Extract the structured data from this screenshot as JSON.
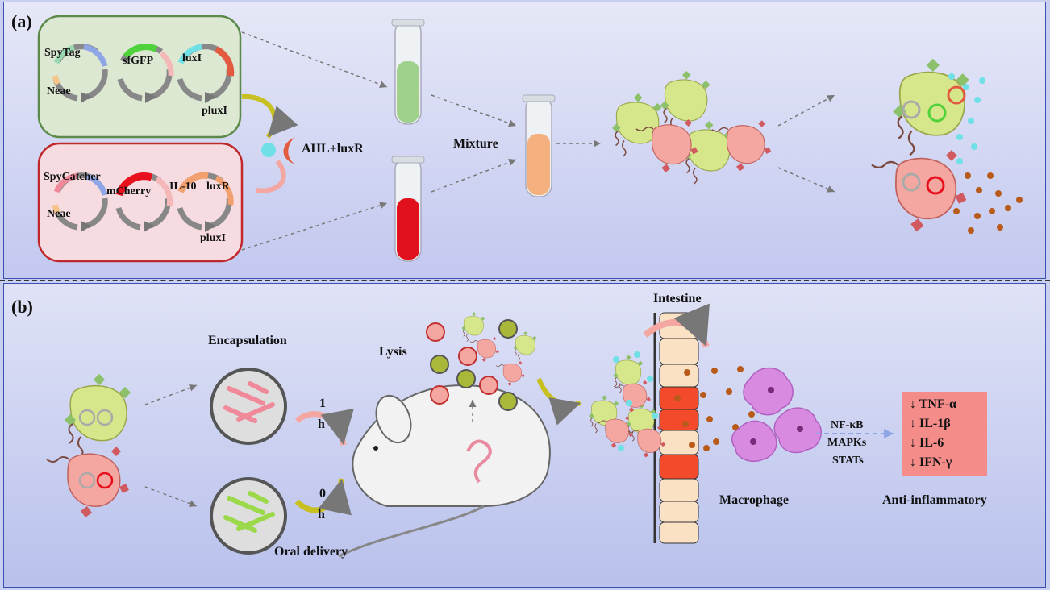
{
  "panels": {
    "a": {
      "label": "(a)",
      "plasmids_top": [
        "SpyTag",
        "Neae",
        "sfGFP",
        "luxI",
        "pluxI"
      ],
      "plasmids_bottom": [
        "SpyCatcher",
        "Neae",
        "mCherry",
        "IL-10",
        "luxR",
        "pluxI"
      ],
      "signal": "AHL+luxR",
      "mixture": "Mixture"
    },
    "b": {
      "label": "(b)",
      "encapsulation": "Encapsulation",
      "time_1": "1",
      "time_1_unit": "h",
      "time_0": "0",
      "time_0_unit": "h",
      "oral_delivery": "Oral delivery",
      "lysis": "Lysis",
      "intestine": "Intestine",
      "macrophage": "Macrophage",
      "pathways": [
        "NF-κB",
        "MAPKs",
        "STATs"
      ],
      "cytokines": [
        "↓ TNF-α",
        "↓ IL-1β",
        "↓ IL-6",
        "↓ IFN-γ"
      ],
      "outcome": "Anti-inflammatory"
    }
  },
  "colors": {
    "green_box": "#dde8d3",
    "green_border": "#5b8a4a",
    "red_box": "#f6dce0",
    "red_border": "#c0282c",
    "green_bacterium": "#d6e68a",
    "red_bacterium": "#f4a6a0",
    "cytokine_box": "#f48c8a",
    "tube_green": "#9fd18d",
    "tube_red": "#e0101c",
    "tube_orange": "#f4b07e"
  }
}
